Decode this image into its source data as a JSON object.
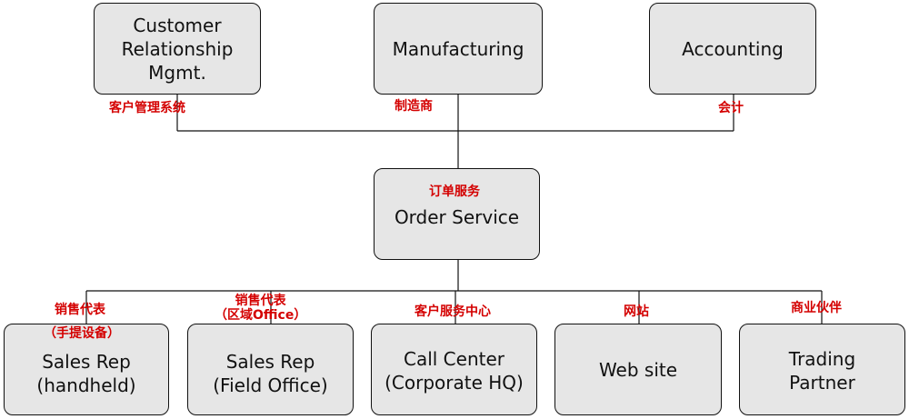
{
  "top_nodes": [
    {
      "label": "Customer\nRelationship\nMgmt.",
      "cn": "客户管理系统"
    },
    {
      "label": "Manufacturing",
      "cn": "制造商"
    },
    {
      "label": "Accounting",
      "cn": "会计"
    }
  ],
  "center_node": {
    "label": "Order Service",
    "cn": "订单服务"
  },
  "bottom_nodes": [
    {
      "label": "Sales Rep\n(handheld)",
      "cn": "销售代表",
      "cn2": "（手提设备）"
    },
    {
      "label": "Sales Rep\n(Field Office)",
      "cn": "销售代表\n（区域Office）"
    },
    {
      "label": "Call Center\n(Corporate HQ)",
      "cn": "客户服务中心"
    },
    {
      "label": "Web site",
      "cn": "网站"
    },
    {
      "label": "Trading\nPartner",
      "cn": "商业伙伴"
    }
  ],
  "colors": {
    "box_fill": "#e6e6e6",
    "box_border": "#111111",
    "annotation": "#d40000",
    "connector": "#111111"
  }
}
